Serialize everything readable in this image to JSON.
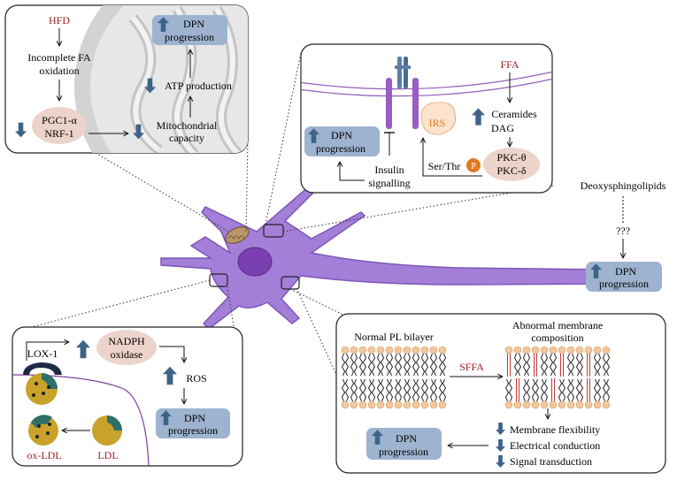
{
  "colors": {
    "red_label": "#9b2226",
    "box_fill": "#9db3cf",
    "arrow_blue": "#3e6389",
    "pill_fill": "#ecd4cb",
    "neuron_fill": "#a37fd8",
    "neuron_stroke": "#7d57b8",
    "membrane_purple": "#8f5bb6",
    "phospholipid_head": "#f4c79b",
    "sffa_red": "#c0393b",
    "p_orange": "#e07a22"
  },
  "mito_panel": {
    "hfd": "HFD",
    "fa_line1": "Incomplete FA",
    "fa_line2": "oxidation",
    "pgc_line1": "PGC1-α",
    "pgc_line2": "NRF-1",
    "mito_line1": "Mitochondrial",
    "mito_line2": "capacity",
    "atp": "ATP production",
    "dpn_line1": "DPN",
    "dpn_line2": "progression"
  },
  "insulin_panel": {
    "ffa": "FFA",
    "ceramides": "Ceramides",
    "dag": "DAG",
    "pkc_theta": "PKC-θ",
    "pkc_delta": "PKC-δ",
    "irs": "IRS",
    "ser_thr": "Ser/Thr",
    "p": "P",
    "insulin_line1": "Insulin",
    "insulin_line2": "signalling",
    "dpn_line1": "DPN",
    "dpn_line2": "progression"
  },
  "deoxy": {
    "label": "Deoxysphingolipids",
    "unknown": "???",
    "dpn_line1": "DPN",
    "dpn_line2": "progression"
  },
  "ldl_panel": {
    "lox": "LOX-1",
    "nadph_line1": "NADPH",
    "nadph_line2": "oxidase",
    "ros": "ROS",
    "dpn_line1": "DPN",
    "dpn_line2": "progression",
    "ox_ldl": "ox-LDL",
    "ldl": "LDL"
  },
  "membrane_panel": {
    "normal": "Normal PL bilayer",
    "abnormal_line1": "Abnormal membrane",
    "abnormal_line2": "composition",
    "sffa": "SFFA",
    "flex": "Membrane flexibility",
    "elec": "Electrical conduction",
    "signal": "Signal transduction",
    "dpn_line1": "DPN",
    "dpn_line2": "progression"
  }
}
